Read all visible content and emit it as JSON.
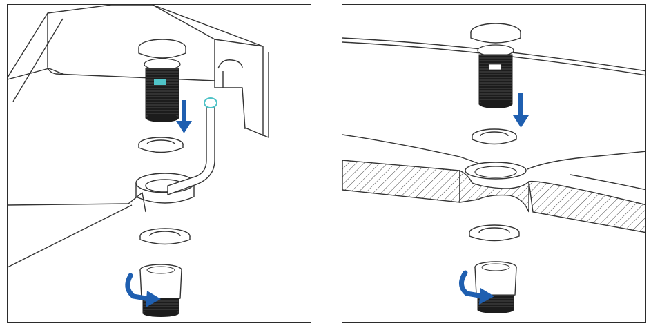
{
  "colors": {
    "line": "#333333",
    "arrow_blue": "#1f5fb0",
    "seal_cyan": "#4fc3c7",
    "thread_dark": "#1c1c1c",
    "hatch": "#444444"
  },
  "panels": [
    {
      "id": "left",
      "scene": "sink-with-overflow",
      "steps": [
        "pop-up-plug",
        "top-washer",
        "overflow-pipe",
        "bottom-washer",
        "drain-body-rotate"
      ]
    },
    {
      "id": "right",
      "scene": "sink-section-no-overflow",
      "steps": [
        "pop-up-plug",
        "top-washer",
        "basin-cross-section",
        "bottom-washer",
        "drain-body-rotate"
      ]
    }
  ],
  "icons": {
    "down_arrow": "down-arrow-icon",
    "rotate_arrow": "rotate-arrow-icon"
  }
}
